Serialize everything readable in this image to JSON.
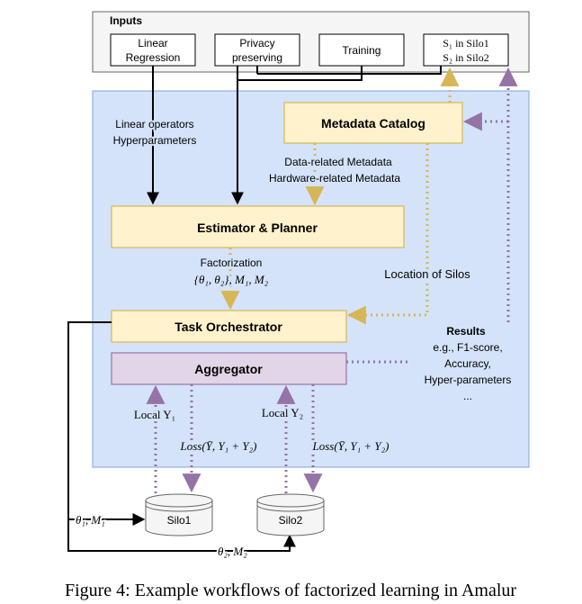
{
  "inputs": {
    "title": "Inputs",
    "linear_regression": [
      "Linear",
      "Regression"
    ],
    "privacy_preserving": [
      "Privacy",
      "preserving"
    ],
    "training": "Training",
    "silo_line1": "S₁ in Silo1",
    "silo_line2": "S₂ in Silo2"
  },
  "boxes": {
    "metadata_catalog": "Metadata Catalog",
    "estimator_planner": "Estimator & Planner",
    "task_orchestrator": "Task Orchestrator",
    "aggregator": "Aggregator",
    "silo1": "Silo1",
    "silo2": "Silo2"
  },
  "labels": {
    "linear_operators": "Linear operators",
    "hyperparameters": "Hyperparameters",
    "data_metadata": "Data-related Metadata",
    "hardware_metadata": "Hardware-related Metadata",
    "factorization": "Factorization",
    "factorization_math": "{θ₁, θ₂}, M₁, M₂",
    "location_of_silos": "Location of Silos",
    "local_y1": "Local Y₁",
    "local_y2": "Local Y₂",
    "loss1": "Loss(Ȳ, Y₁ + Y₂)",
    "loss2": "Loss(Ȳ, Y₁ + Y₂)",
    "theta1_m1": "θ₁, M₁",
    "theta2_m2": "θ₂, M₂"
  },
  "results": {
    "title": "Results",
    "items": [
      "e.g., F1-score,",
      "Accuracy,",
      "Hyper-parameters",
      "..."
    ]
  },
  "caption": "Figure 4: Example workflows of factorized learning in Amalur",
  "colors": {
    "panel_fill": "#d4e3fa",
    "panel_stroke": "#7ea6e0",
    "yellow_fill": "#fff2cc",
    "yellow_stroke": "#d6b656",
    "purple_fill": "#e1d5e7",
    "purple_stroke": "#9673a6",
    "inputs_fill": "#f5f5f5",
    "inputs_stroke": "#666666"
  }
}
